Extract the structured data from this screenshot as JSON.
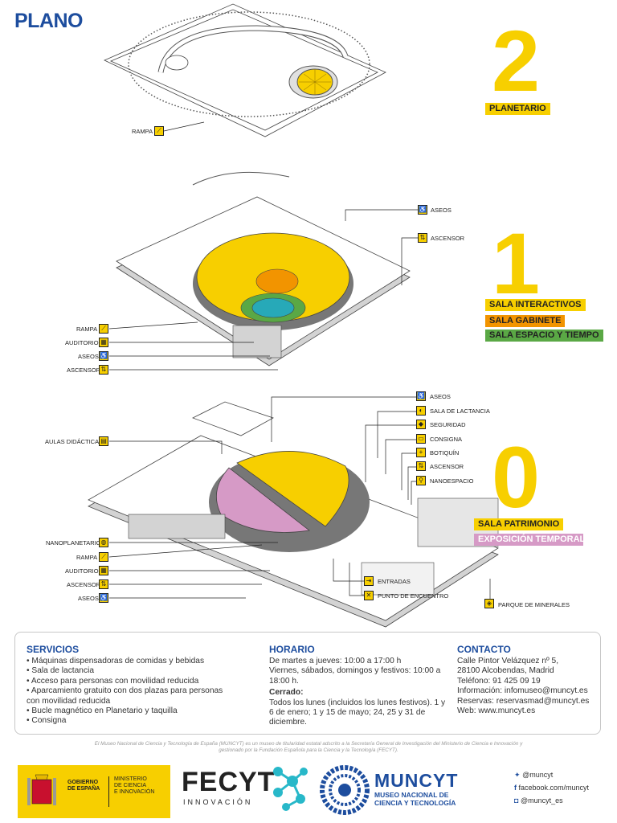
{
  "header": {
    "title": "PLANO"
  },
  "floor2": {
    "number": "2",
    "sala": "PLANETARIO",
    "rampa": "RAMPA"
  },
  "floor1": {
    "number": "1",
    "salas": [
      "SALA INTERACTIVOS",
      "SALA GABINETE",
      "SALA ESPACIO Y TIEMPO"
    ],
    "right_labels": [
      "ASEOS",
      "ASCENSOR"
    ],
    "left_labels": [
      "RAMPA",
      "AUDITORIO",
      "ASEOS",
      "ASCENSOR"
    ]
  },
  "floor0": {
    "number": "0",
    "salas": [
      "SALA PATRIMONIO",
      "EXPOSICIÓN TEMPORAL"
    ],
    "right_labels": [
      "ASEOS",
      "SALA DE LACTANCIA",
      "SEGURIDAD",
      "CONSIGNA",
      "BOTIQUÍN",
      "ASCENSOR",
      "NANOESPACIO"
    ],
    "aulas": "AULAS DIDÁCTICAS",
    "left_labels": [
      "NANOPLANETARIO",
      "RAMPA",
      "AUDITORIO",
      "ASCENSOR",
      "ASEOS"
    ],
    "bottom_labels": [
      "ENTRADAS",
      "PUNTO DE ENCUENTRO",
      "PARQUE DE MINERALES"
    ]
  },
  "servicios": {
    "heading": "SERVICIOS",
    "items": [
      "Máquinas dispensadoras de comidas y bebidas",
      "Sala de lactancia",
      "Acceso para personas con movilidad reducida",
      "Aparcamiento gratuito con dos plazas para personas con movilidad reducida",
      "Bucle magnético en Planetario y taquilla",
      "Consigna"
    ]
  },
  "horario": {
    "heading": "HORARIO",
    "lines": [
      "De martes a jueves: 10:00 a 17:00 h",
      "Viernes, sábados, domingos y festivos: 10:00 a 18:00 h."
    ],
    "cerrado_heading": "Cerrado:",
    "cerrado_text": "Todos los lunes (incluidos los lunes festivos). 1 y 6 de enero; 1 y 15 de mayo; 24, 25 y 31 de diciembre."
  },
  "contacto": {
    "heading": "CONTACTO",
    "lines": [
      "Calle Pintor Velázquez nº 5,",
      "28100 Alcobendas, Madrid",
      "Teléfono: 91 425 09 19",
      "Información: infomuseo@muncyt.es",
      "Reservas: reservasmad@muncyt.es",
      "Web: www.muncyt.es"
    ]
  },
  "note": "El Museo Nacional de Ciencia y Tecnología de España (MUNCYT) es un museo de titularidad estatal adscrito a la Secretaría General de Investigación del Ministerio de Ciencia e Innovación y gestionado por la Fundación Española para la Ciencia y la Tecnología (FECYT).",
  "footer": {
    "gobierno": [
      "GOBIERNO",
      "DE ESPAÑA"
    ],
    "ministerio": [
      "MINISTERIO",
      "DE CIENCIA",
      "E INNOVACIÓN"
    ],
    "fecyt": "FECYT",
    "fecyt_sub": "INNOVACIÓN",
    "muncyt": "MUNCYT",
    "muncyt_sub": [
      "MUSEO NACIONAL DE",
      "CIENCIA Y TECNOLOGÍA"
    ],
    "social": [
      "@muncyt",
      "facebook.com/muncyt",
      "@muncyt_es"
    ]
  },
  "colors": {
    "yellow": "#f7cf00",
    "orange": "#f29400",
    "green": "#5aa845",
    "teal": "#27a9b8",
    "pink": "#d69ac6",
    "blue": "#1d4d9e"
  },
  "icons": [
    "rampa-icon",
    "aseos-icon",
    "ascensor-icon",
    "auditorio-icon",
    "lactancia-icon",
    "seguridad-icon",
    "consigna-icon",
    "botiquin-icon",
    "nanoespacio-icon",
    "entradas-icon",
    "punto-encuentro-icon",
    "parque-minerales-icon",
    "aulas-icon",
    "nanoplanetario-icon"
  ]
}
